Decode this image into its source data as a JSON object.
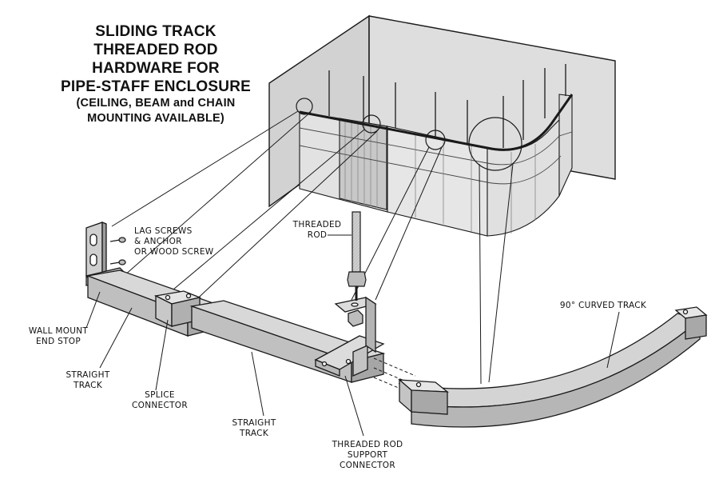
{
  "title": {
    "line1": "SLIDING TRACK",
    "line2": "THREADED ROD",
    "line3": "HARDWARE FOR",
    "line4": "PIPE-STAFF ENCLOSURE",
    "sub1": "(CEILING, BEAM and CHAIN",
    "sub2": "MOUNTING AVAILABLE)"
  },
  "labels": {
    "lag_screws": [
      "LAG SCREWS",
      "& ANCHOR",
      "OR WOOD SCREW"
    ],
    "threaded_rod": [
      "THREADED",
      "ROD"
    ],
    "curved_track": [
      "90° CURVED TRACK"
    ],
    "wall_mount": [
      "WALL MOUNT",
      "END STOP"
    ],
    "straight_track_1": [
      "STRAIGHT",
      "TRACK"
    ],
    "splice_connector": [
      "SPLICE",
      "CONNECTOR"
    ],
    "straight_track_2": [
      "STRAIGHT",
      "TRACK"
    ],
    "rod_support": [
      "THREADED ROD",
      "SUPPORT",
      "CONNECTOR"
    ]
  },
  "colors": {
    "line": "#1a1a1a",
    "wall": "#d6d6d6",
    "curtain": "#e4e4e4",
    "metal": "#c4c4c4",
    "metal_dark": "#9a9a9a"
  }
}
